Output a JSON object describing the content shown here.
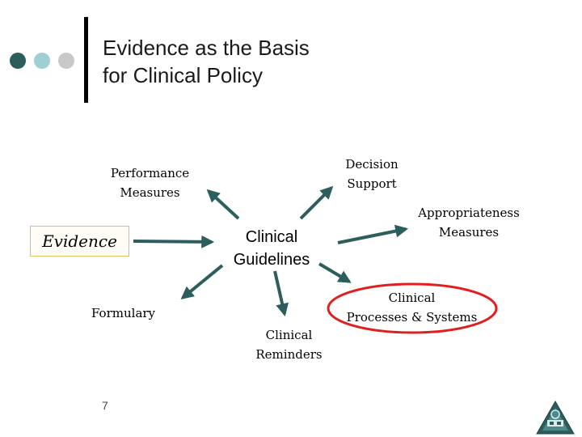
{
  "slide": {
    "title_line1": "Evidence as the Basis",
    "title_line2": "for Clinical Policy",
    "page_number": "7"
  },
  "diagram": {
    "evidence": "Evidence",
    "clinical_guidelines": {
      "line1": "Clinical",
      "line2": "Guidelines"
    },
    "performance_measures": {
      "line1": "Performance",
      "line2": "Measures"
    },
    "decision_support": {
      "line1": "Decision",
      "line2": "Support"
    },
    "appropriateness_measures": {
      "line1": "Appropriateness",
      "line2": "Measures"
    },
    "formulary": "Formulary",
    "clinical_reminders": {
      "line1": "Clinical",
      "line2": "Reminders"
    },
    "clinical_processes": {
      "line1": "Clinical",
      "line2": "Processes & Systems"
    }
  },
  "colors": {
    "arrow": "#2d5e5e",
    "highlight_oval": "#e02020",
    "evidence_box_border": "#e0c060"
  },
  "logo": {
    "icon": "qp-logo-icon"
  }
}
